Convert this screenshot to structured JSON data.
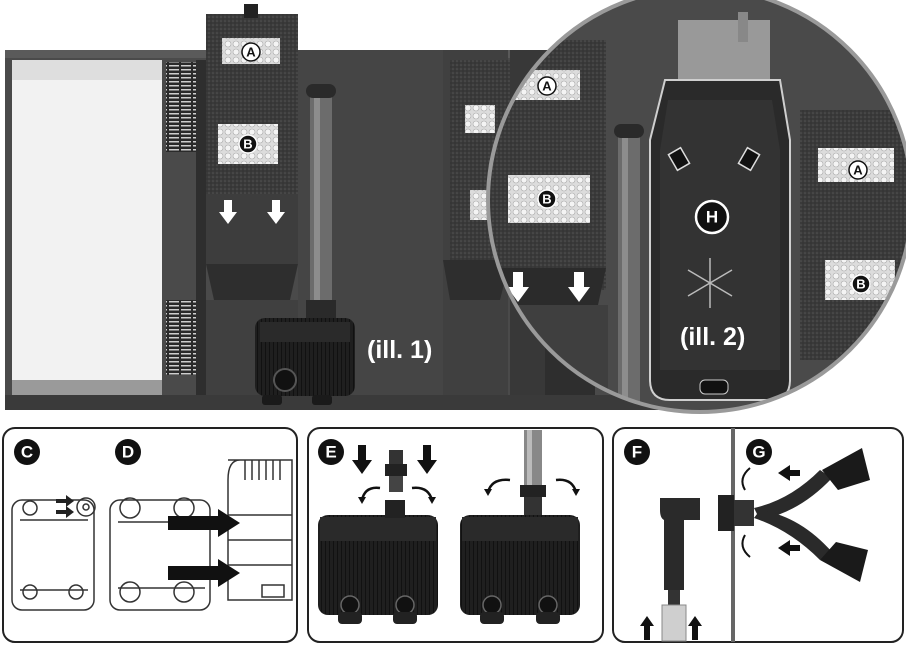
{
  "labels": {
    "A": "A",
    "B": "B",
    "C": "C",
    "D": "D",
    "E": "E",
    "F": "F",
    "G": "G",
    "H": "H"
  },
  "illustrations": {
    "ill1": "(ill. 1)",
    "ill2": "(ill. 2)"
  },
  "colors": {
    "tank_body": "#4a4a4a",
    "foam": "#333333",
    "pump": "#1f1f1f",
    "panel_border": "#222222",
    "arrow": "#111111"
  },
  "icons": [
    "down-arrow-icon",
    "right-arrow-icon",
    "rotate-arrow-icon",
    "up-arrow-icon"
  ]
}
